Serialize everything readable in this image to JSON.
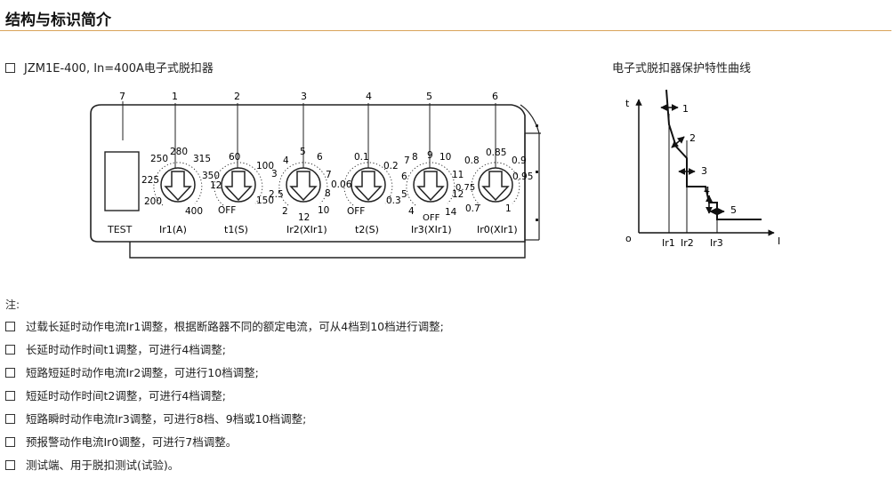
{
  "header": {
    "title": "结构与标识简介"
  },
  "model": {
    "label": "JZM1E-400, In=400A电子式脱扣器"
  },
  "curve": {
    "title": "电子式脱扣器保护特性曲线",
    "axis_t": "t",
    "axis_i": "I",
    "origin": "o",
    "x_ticks": [
      "Ir1",
      "Ir2",
      "Ir3"
    ],
    "markers": [
      "1",
      "2",
      "3",
      "4",
      "5"
    ]
  },
  "panel": {
    "test_label": "TEST",
    "numbers": [
      "7",
      "1",
      "2",
      "3",
      "4",
      "5",
      "6"
    ],
    "dials": [
      {
        "name": "Ir1(A)",
        "scale": [
          "200",
          "225",
          "250",
          "280",
          "315",
          "350",
          "400"
        ]
      },
      {
        "name": "t1(S)",
        "scale": [
          "OFF",
          "12",
          "60",
          "100",
          "150"
        ]
      },
      {
        "name": "Ir2(XIr1)",
        "scale": [
          "2",
          "2.5",
          "3",
          "4",
          "5",
          "6",
          "7",
          "8",
          "10",
          "12"
        ]
      },
      {
        "name": "t2(S)",
        "scale": [
          "OFF",
          "0.06",
          "0.1",
          "0.2",
          "0.3"
        ]
      },
      {
        "name": "Ir3(XIr1)",
        "scale": [
          "4",
          "5",
          "6",
          "7",
          "8",
          "9",
          "10",
          "11",
          "12",
          "14",
          "OFF"
        ]
      },
      {
        "name": "Ir0(XIr1)",
        "scale": [
          "0.7",
          "0.75",
          "0.8",
          "0.85",
          "0.9",
          "0.95",
          "1"
        ]
      }
    ]
  },
  "notes": {
    "title": "注:",
    "items": [
      "过载长延时动作电流Ir1调整，根据断路器不同的额定电流，可从4档到10档进行调整;",
      "长延时动作时间t1调整，可进行4档调整;",
      "短路短延时动作电流Ir2调整，可进行10档调整;",
      "短延时动作时间t2调整，可进行4档调整;",
      "短路瞬时动作电流Ir3调整，可进行8档、9档或10档调整;",
      "预报警动作电流Ir0调整，可进行7档调整。",
      "测试端、用于脱扣测试(试验)。"
    ]
  }
}
